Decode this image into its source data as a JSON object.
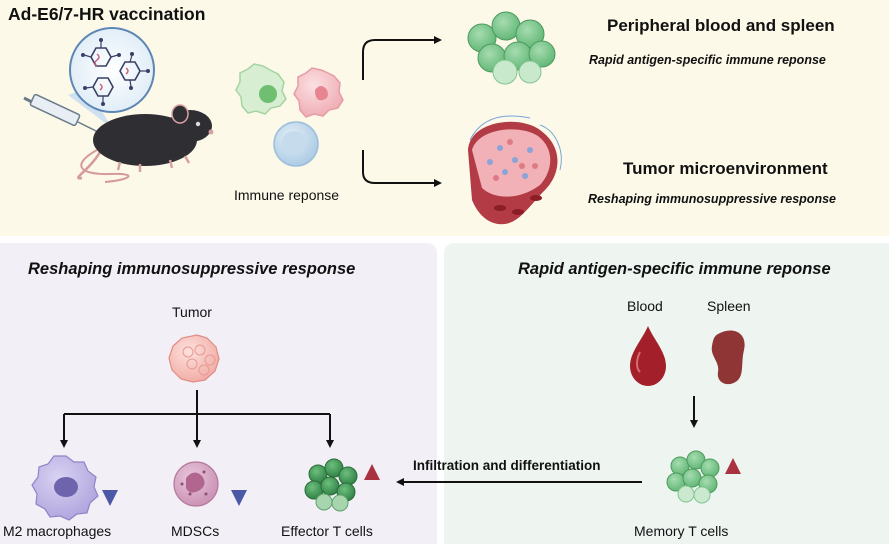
{
  "top": {
    "title": "Ad-E6/7-HR vaccination",
    "immune_label": "Immune reponse",
    "branch_1": {
      "title": "Peripheral blood and spleen",
      "subtitle": "Rapid antigen-specific immune reponse"
    },
    "branch_2": {
      "title": "Tumor microenvironment",
      "subtitle": "Reshaping immunosuppressive response"
    }
  },
  "left": {
    "title": "Reshaping immunosuppressive response",
    "tumor_label": "Tumor",
    "targets": [
      {
        "label": "M2 macrophages",
        "trend": "down"
      },
      {
        "label": "MDSCs",
        "trend": "down"
      },
      {
        "label": "Effector T cells",
        "trend": "up"
      }
    ]
  },
  "right": {
    "title": "Rapid antigen-specific immune reponse",
    "blood_label": "Blood",
    "spleen_label": "Spleen",
    "memory_label": "Memory T cells",
    "memory_trend": "up"
  },
  "link": {
    "label": "Infiltration and differentiation"
  },
  "colors": {
    "top_bg": "#fcf9e9",
    "left_bg": "#f3eff6",
    "right_bg": "#eef5f1",
    "down_arrow": "#4a58a6",
    "up_arrow": "#a8323f",
    "tcell_green": "#3f9a52",
    "blood_red": "#9e1b25"
  }
}
